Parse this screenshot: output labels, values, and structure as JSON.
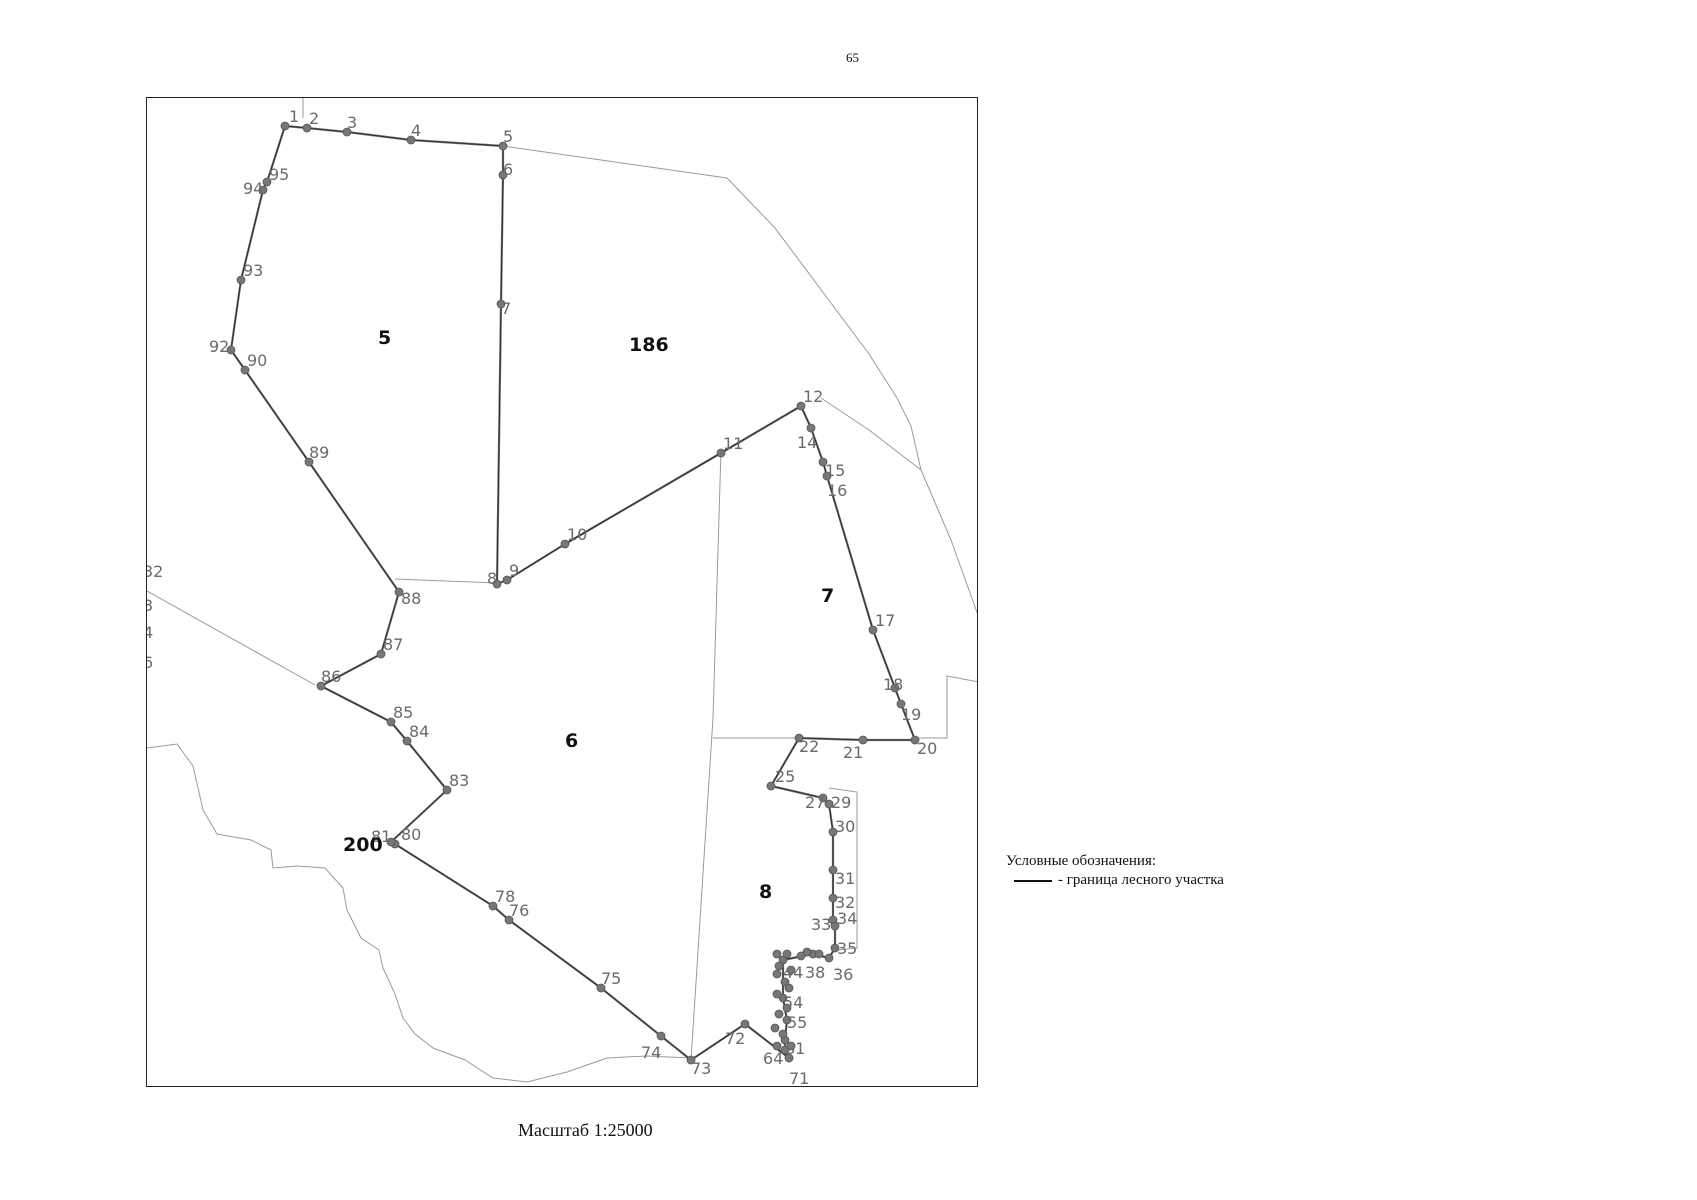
{
  "page_number": "65",
  "scale_text": "Масштаб 1:25000",
  "legend": {
    "title": "Условные обозначения:",
    "items": [
      {
        "label": "- граница лесного участка"
      }
    ]
  },
  "plot_labels": [
    "5",
    "186",
    "7",
    "6",
    "200",
    "8"
  ],
  "vertex_labels": [
    "1",
    "2",
    "3",
    "4",
    "5",
    "6",
    "7",
    "8",
    "9",
    "10",
    "11",
    "12",
    "14",
    "15",
    "16",
    "17",
    "18",
    "19",
    "20",
    "21",
    "22",
    "25",
    "27",
    "29",
    "30",
    "31",
    "32",
    "33",
    "34",
    "35",
    "36",
    "38",
    "44",
    "54",
    "55",
    "61",
    "64",
    "71",
    "72",
    "73",
    "74",
    "75",
    "76",
    "78",
    "80",
    "81",
    "83",
    "84",
    "85",
    "86",
    "87",
    "88",
    "89",
    "90",
    "92",
    "93",
    "94",
    "95"
  ],
  "edge_labels": [
    "32",
    "3",
    "4",
    "6"
  ],
  "colors": {
    "boundary": "#6e6e6e",
    "background_lines": "#9a9a9a",
    "text": "#111111"
  }
}
